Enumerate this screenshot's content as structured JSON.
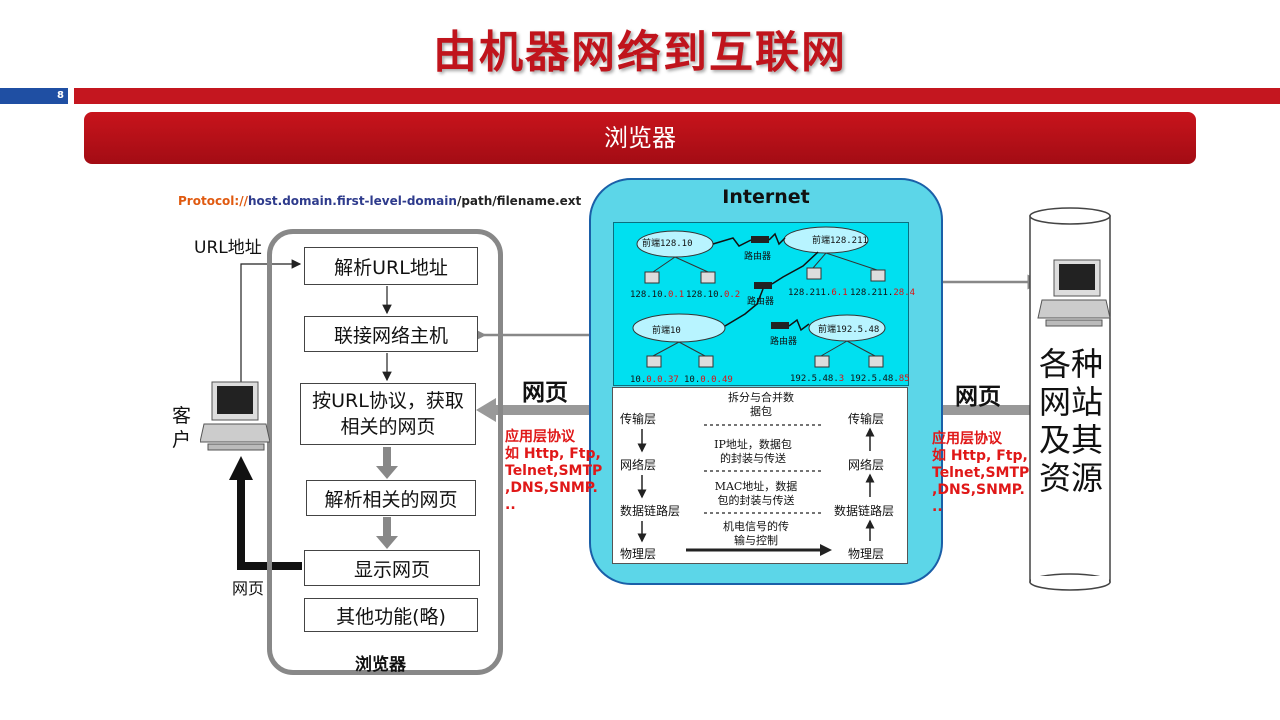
{
  "title": "由机器网络到互联网",
  "page_number": "8",
  "banner": "浏览器",
  "url_format": {
    "protocol": "Protocol:",
    "slashes": "//",
    "host": "host.domain.first-level-domain",
    "path": "/path/filename.ext"
  },
  "browser": {
    "label": "浏览器",
    "steps": [
      "解析URL地址",
      "联接网络主机",
      "按URL协议，获取相关的网页",
      "解析相关的网页",
      "显示网页",
      "其他功能(略)"
    ]
  },
  "client": {
    "url_label": "URL地址",
    "label": "客户",
    "webpage_label": "网页"
  },
  "internet": {
    "label": "Internet",
    "network": {
      "nets": [
        "前端128.10",
        "前端128.211",
        "前端10",
        "前端192.5.48"
      ],
      "router": "路由器",
      "hosts": [
        {
          "prefix": "128.10.",
          "suffix": "0.1"
        },
        {
          "prefix": "128.10.",
          "suffix": "0.2"
        },
        {
          "prefix": "128.211.",
          "suffix": "6.1"
        },
        {
          "prefix": "128.211.",
          "suffix": "28.4"
        },
        {
          "prefix": "10.",
          "suffix": "0.0.37"
        },
        {
          "prefix": "10.",
          "suffix": "0.0.49"
        },
        {
          "prefix": "192.5.48.",
          "suffix": "3"
        },
        {
          "prefix": "192.5.48.",
          "suffix": "85"
        }
      ]
    },
    "layers": [
      "传输层",
      "网络层",
      "数据链路层",
      "物理层"
    ],
    "processes": [
      "拆分与合并数据包",
      "IP地址，数据包的封装与传送",
      "MAC地址，数据包的封装与传送",
      "机电信号的传输与控制"
    ]
  },
  "webpage_mid": "网页",
  "webpage_right": "网页",
  "protocol_note": {
    "lines": [
      "应用层协议",
      "如 Http, Ftp,",
      "Telnet,SMTP",
      ",DNS,SNMP.",
      ".."
    ]
  },
  "sites_label": "各种网站及其资源",
  "colors": {
    "title": "#c0141c",
    "banner": "#c4161f",
    "accent_blue": "#1f4fa3",
    "internet": "#5cd6e8",
    "protocol_red": "#e01818"
  }
}
